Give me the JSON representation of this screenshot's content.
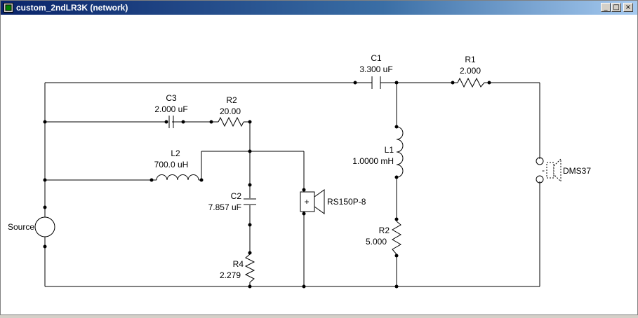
{
  "window": {
    "title": "custom_2ndLR3K (network)",
    "controls": {
      "minimize": "_",
      "maximize": "□",
      "close": "×"
    }
  },
  "components": {
    "C1": {
      "name": "C1",
      "value": "3.300 uF"
    },
    "R1": {
      "name": "R1",
      "value": "2.000"
    },
    "C3": {
      "name": "C3",
      "value": "2.000 uF"
    },
    "R2_top": {
      "name": "R2",
      "value": "20.00"
    },
    "L2": {
      "name": "L2",
      "value": "700.0 uH"
    },
    "C2": {
      "name": "C2",
      "value": "7.857 uF"
    },
    "R4": {
      "name": "R4",
      "value": "2.279"
    },
    "L1": {
      "name": "L1",
      "value": "1.0000 mH"
    },
    "R2_right": {
      "name": "R2",
      "value": "5.000"
    },
    "source": {
      "name": "Source"
    },
    "speaker_mid": {
      "name": "RS150P-8",
      "polarity": "+"
    },
    "speaker_tweeter": {
      "name": "DMS37",
      "polarity": "-"
    }
  }
}
